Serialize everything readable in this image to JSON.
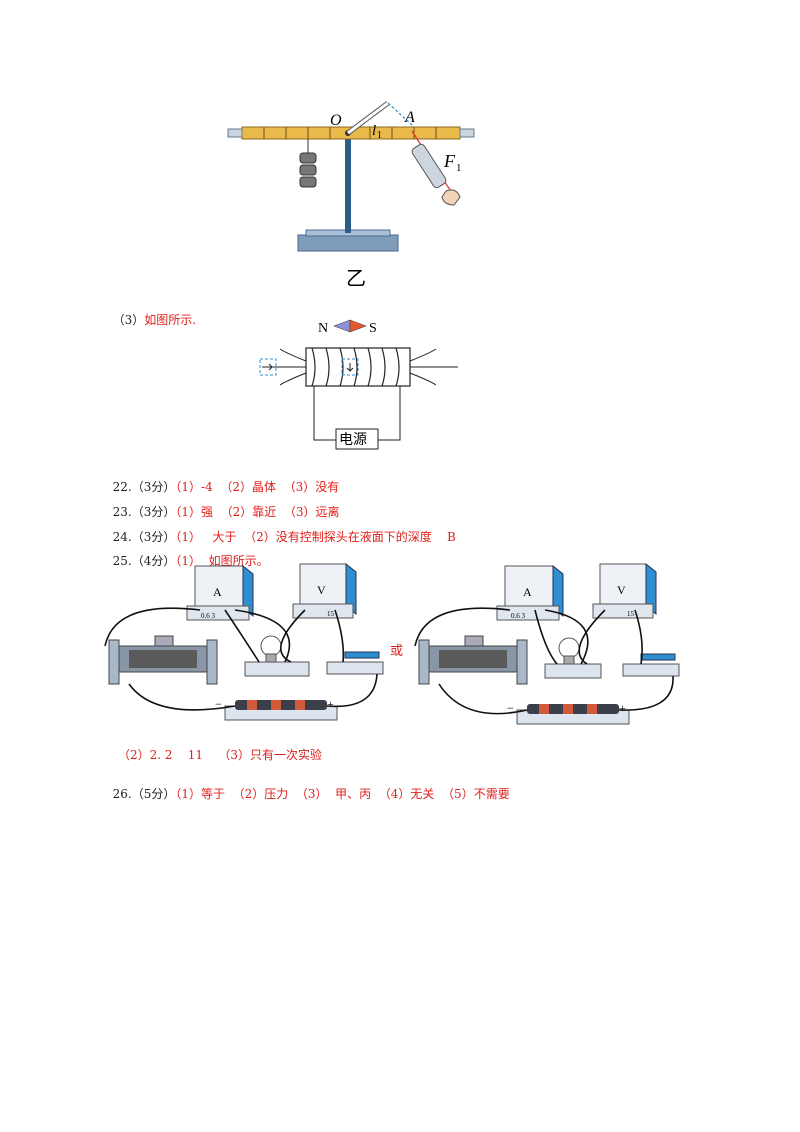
{
  "lever_figure": {
    "label_O": "O",
    "label_A": "A",
    "label_l": "l",
    "label_l_sub": "1",
    "label_F": "F",
    "label_F_sub": "1",
    "caption": "乙"
  },
  "q21_3": {
    "prefix": "（3）",
    "text": "如图所示."
  },
  "solenoid_figure": {
    "label_N": "N",
    "label_S": "S",
    "power_label": "电源"
  },
  "answers": [
    {
      "num": "22.",
      "score": "（3分）",
      "text": "（1）-4  （2）晶体  （3）没有"
    },
    {
      "num": "23.",
      "score": "（3分）",
      "text": "（1）强  （2）靠近  （3）远离"
    },
    {
      "num": "24.",
      "score": "（3分）",
      "text": "（1）   大于  （2）没有控制探头在液面下的深度    B"
    },
    {
      "num": "25.",
      "score": "（4分）",
      "text": "（1）  如图所示。"
    }
  ],
  "circuit_figure": {
    "ammeter_label": "A",
    "voltmeter_label": "V",
    "ammeter_scale": "0.6  3",
    "voltmeter_scale": "15",
    "minus": "−",
    "plus": "+",
    "or_text": "或"
  },
  "q25_2": {
    "text": "（2）2. 2    11    （3）只有一次实验"
  },
  "q26": {
    "num": "26.",
    "score": "（5分）",
    "text": "（1）等于  （2）压力  （3）  甲、丙  （4）无关  （5）不需要"
  },
  "colors": {
    "answer_red": "#e0201b",
    "lever_bar": "#e9b94a",
    "stand_blue": "#2b5c8a",
    "meter_blue": "#2f8fd0"
  }
}
